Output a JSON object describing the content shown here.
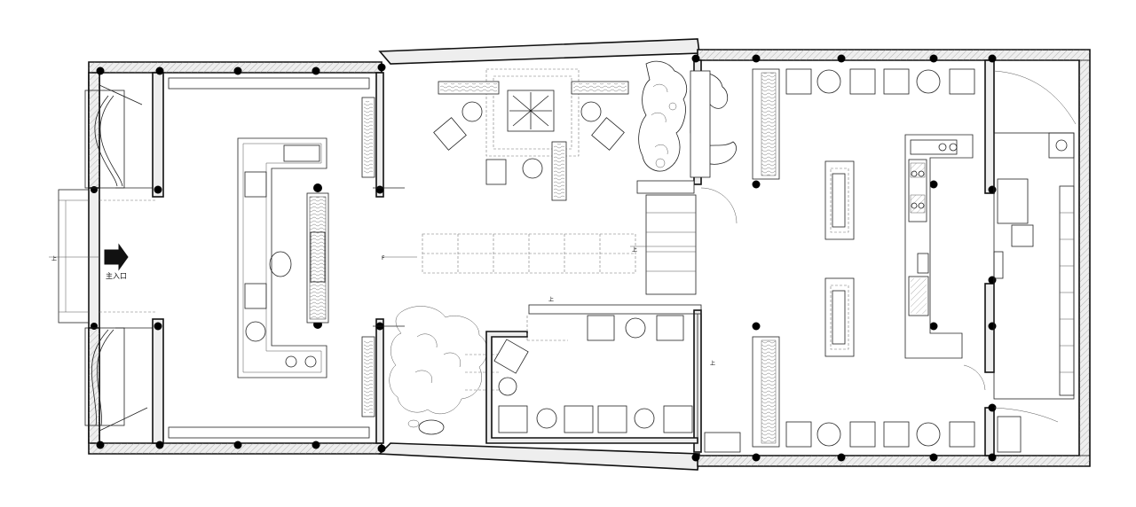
{
  "labels": {
    "main_entrance": "主入口",
    "level_marks": [
      "上",
      "上",
      "F",
      "上",
      "上"
    ]
  }
}
